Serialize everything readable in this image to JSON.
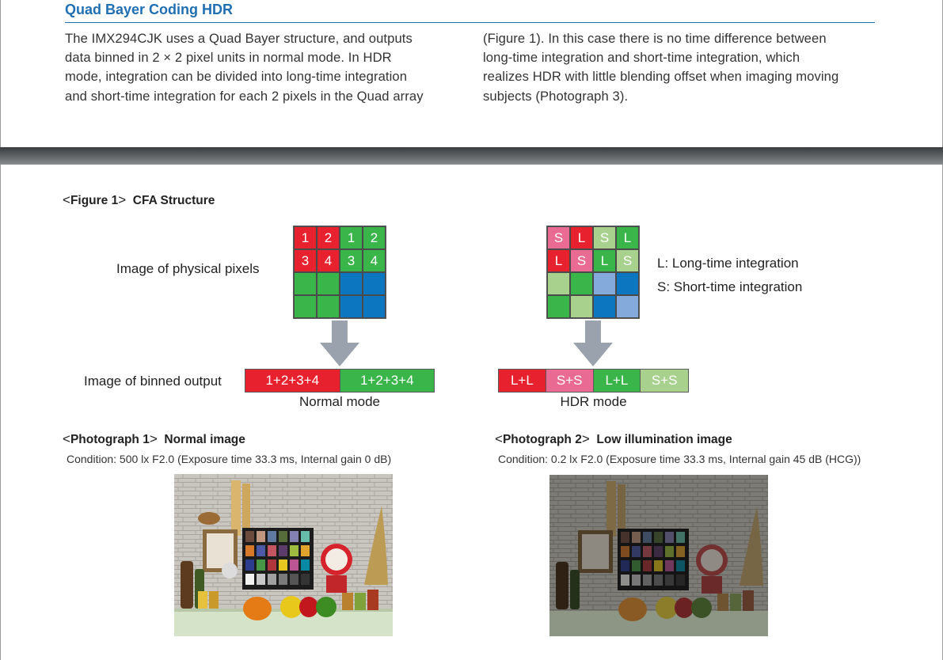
{
  "section_title": "Quad Bayer Coding HDR",
  "body_left": [
    "The IMX294CJK uses a Quad Bayer structure, and outputs",
    "data binned in 2 × 2 pixel units in normal mode. In HDR",
    "mode, integration can be divided into long-time integration",
    "and short-time integration for each 2 pixels in the Quad array"
  ],
  "body_right": [
    "(Figure 1). In this case there is no time difference between",
    "long-time integration and short-time integration, which",
    "realizes HDR with little blending offset when imaging moving",
    "subjects (Photograph 3)."
  ],
  "figure1": {
    "bracket_open": "<",
    "label": "Figure 1",
    "bracket_close": ">",
    "title": "CFA Structure",
    "physical_pixels_label": "Image of physical pixels",
    "binned_output_label": "Image of binned output",
    "normal_grid": [
      [
        "1",
        "2",
        "1",
        "2"
      ],
      [
        "3",
        "4",
        "3",
        "4"
      ],
      [
        "",
        "",
        "",
        ""
      ],
      [
        "",
        "",
        "",
        ""
      ]
    ],
    "hdr_grid": [
      [
        "S",
        "L",
        "S",
        "L"
      ],
      [
        "L",
        "S",
        "L",
        "S"
      ],
      [
        "",
        "",
        "",
        ""
      ],
      [
        "",
        "",
        "",
        ""
      ]
    ],
    "legend_long": "L: Long-time integration",
    "legend_short": "S: Short-time integration",
    "normal_bar": [
      "1+2+3+4",
      "1+2+3+4"
    ],
    "hdr_bar": [
      "L+L",
      "S+S",
      "L+L",
      "S+S"
    ],
    "normal_mode_label": "Normal mode",
    "hdr_mode_label": "HDR mode",
    "colors": {
      "red": "#e8212e",
      "pink": "#e96a93",
      "green": "#39b54a",
      "light_green": "#a9d18e",
      "blue": "#0c77c0",
      "light_blue": "#84a9db",
      "arrow": "#9aa3ad"
    }
  },
  "photo1": {
    "bracket_open": "<",
    "label": "Photograph 1",
    "bracket_close": ">",
    "title": "Normal image",
    "condition": "Condition: 500 lx F2.0 (Exposure time 33.3 ms, Internal gain 0 dB)"
  },
  "photo2": {
    "bracket_open": "<",
    "label": "Photograph 2",
    "bracket_close": ">",
    "title": "Low illumination image",
    "condition": "Condition: 0.2 lx F2.0 (Exposure time 33.3 ms, Internal gain 45 dB (HCG))"
  }
}
